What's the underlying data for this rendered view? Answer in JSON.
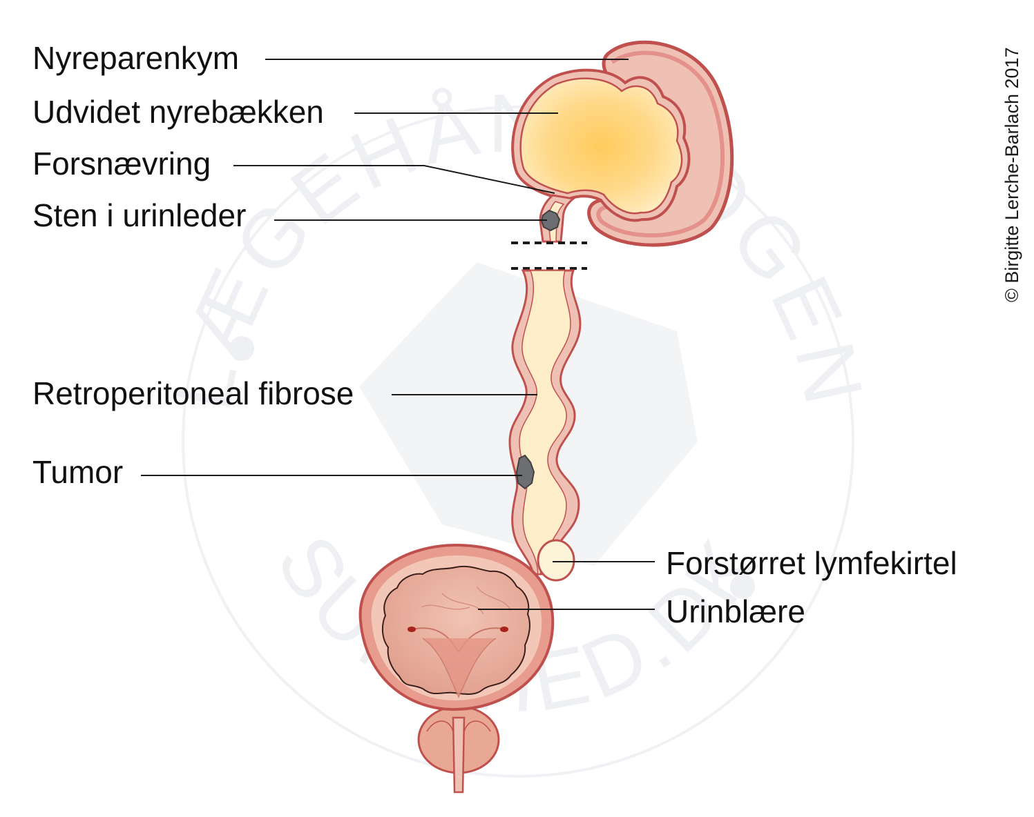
{
  "labels": {
    "nyreparenkym": "Nyreparenkym",
    "nyrebaekken": "Udvidet nyrebækken",
    "forsnaevring": "Forsnævring",
    "sten": "Sten i urinleder",
    "fibrose": "Retroperitoneal fibrose",
    "tumor": "Tumor",
    "lymfekirtel": "Forstørret lymfekirtel",
    "urinblaere": "Urinblære"
  },
  "credit": "© Birgitte Lerche-Barlach 2017",
  "watermark": {
    "top": "LÆGEHÅNDBOGEN",
    "bottom": "SUNDHED.DK"
  },
  "colors": {
    "tissue_outline": "#c0504d",
    "tissue_fill": "#efc1b4",
    "tissue_dark": "#e3918a",
    "pelvis_fill": "#ffcb5c",
    "urine_fill": "#fdedc9",
    "bladder_inner": "#e8a893",
    "stone": "#6d6e71",
    "watermark": "#eef0f3"
  },
  "icons": {
    "kidney": "kidney-illustration",
    "bladder": "bladder-illustration",
    "ureter": "ureter-illustration"
  }
}
